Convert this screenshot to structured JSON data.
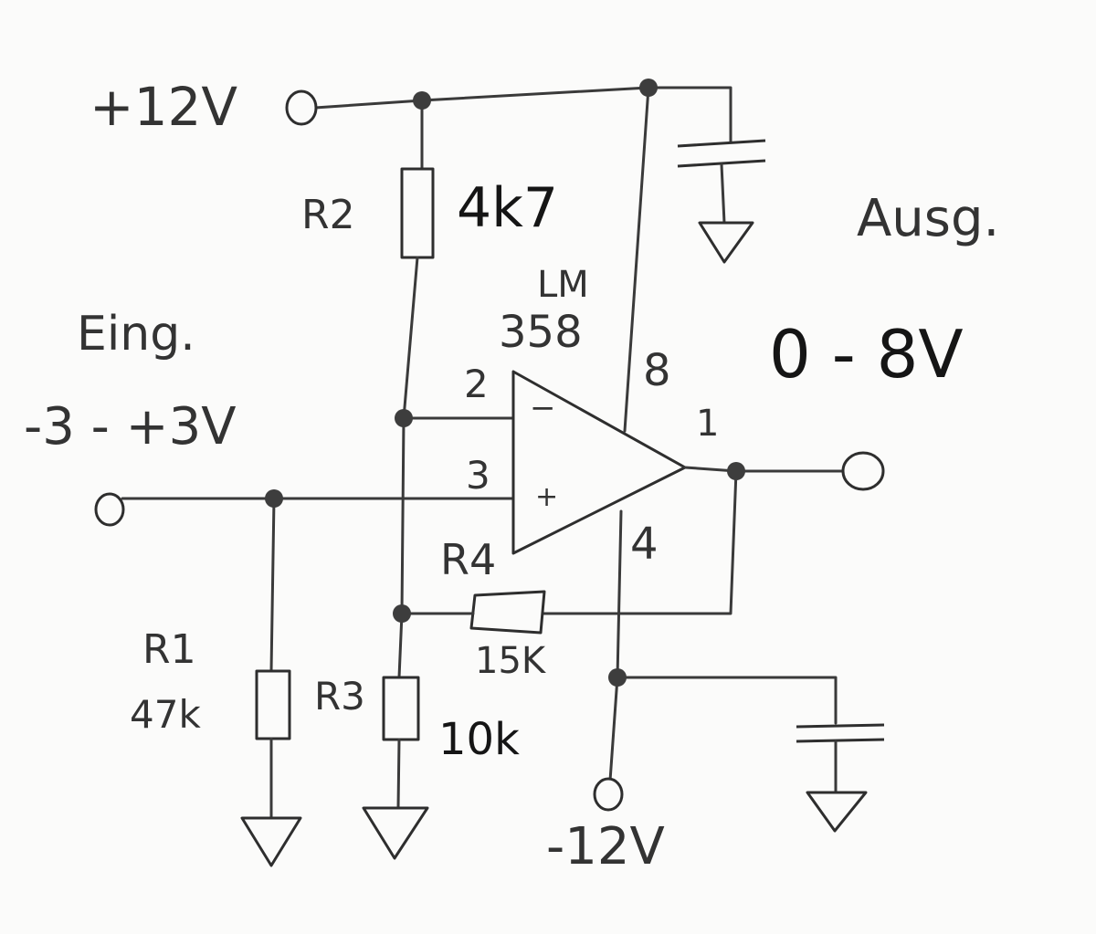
{
  "labels": {
    "supply_pos": "+12V",
    "supply_neg": "-12V",
    "input_label": "Eing.",
    "input_range": "-3 - +3V",
    "output_label": "Ausg.",
    "output_range": "0 - 8V",
    "opamp_line1": "LM",
    "opamp_line2": "358",
    "pin_inv": "2",
    "pin_noninv": "3",
    "pin_out": "1",
    "pin_vplus": "8",
    "pin_vminus": "4",
    "sign_minus": "−",
    "sign_plus": "+",
    "r1_name": "R1",
    "r1_value": "47k",
    "r2_name": "R2",
    "r2_value": "4k7",
    "r3_name": "R3",
    "r3_value": "10k",
    "r4_name": "R4",
    "r4_value": "15K"
  }
}
